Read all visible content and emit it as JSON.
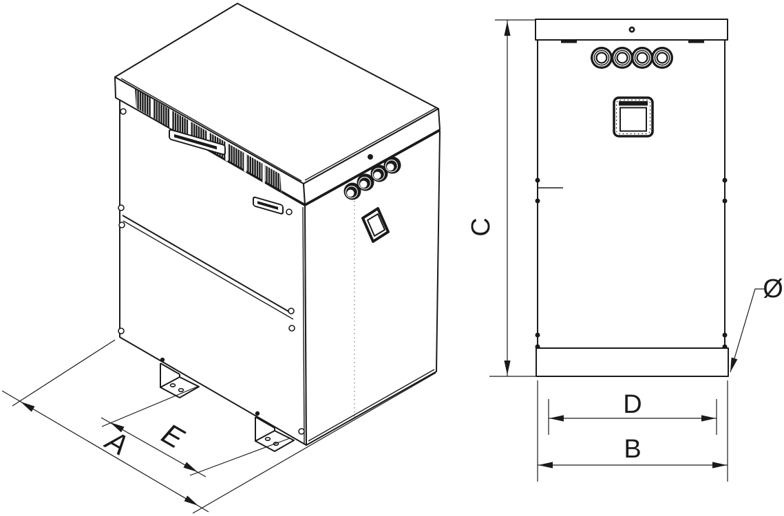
{
  "page": {
    "background": "#ffffff",
    "line_color": "#1a1a1a",
    "centerline_color": "#9a9a9a"
  },
  "views": {
    "isometric": {
      "dimensions": {
        "overall_depth_label": "A",
        "foot_spacing_label": "E"
      }
    },
    "front": {
      "dimensions": {
        "height_label": "C",
        "hole_spacing_label": "D",
        "overall_width_label": "B",
        "hole_diameter_label": "Ø"
      }
    }
  }
}
